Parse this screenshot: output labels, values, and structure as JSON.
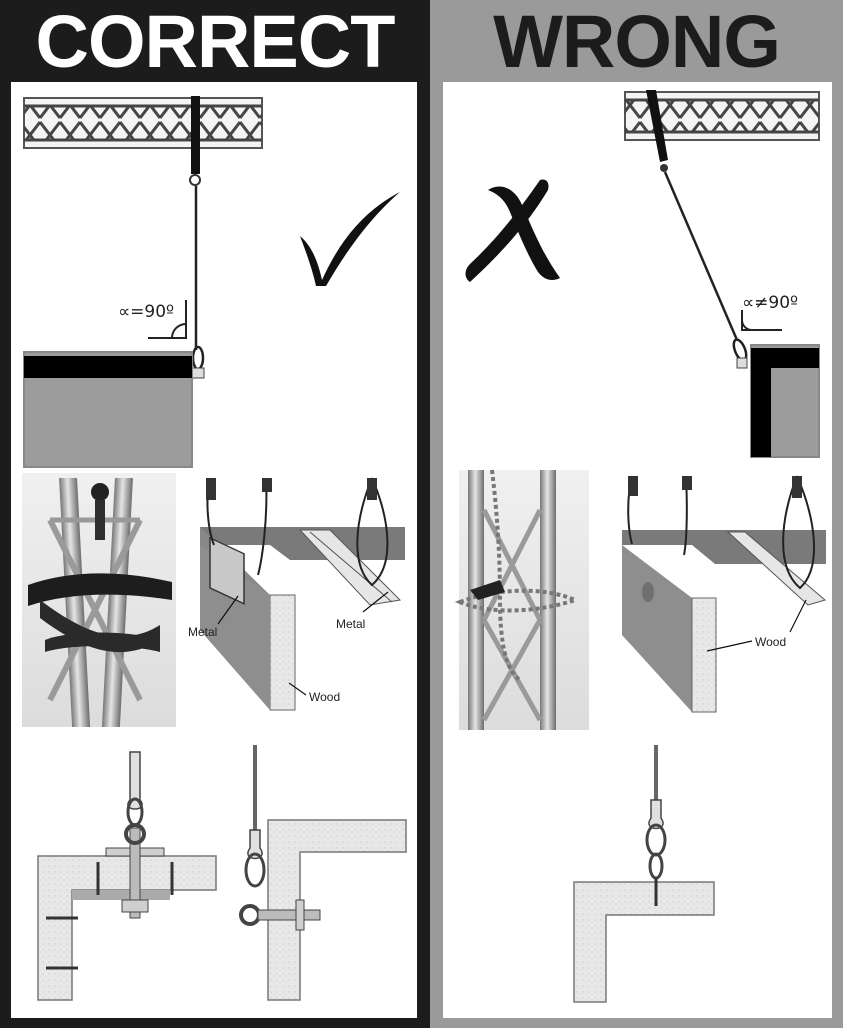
{
  "headers": {
    "correct": "CORRECT",
    "wrong": "WRONG"
  },
  "angles": {
    "correct": "∝=90º",
    "wrong": "∝≠90º"
  },
  "labels": {
    "metal_left": "Metal",
    "metal_right": "Metal",
    "wood_correct": "Wood",
    "wood_wrong": "Wood"
  },
  "icons": {
    "correct_mark": "checkmark-icon",
    "wrong_mark": "cross-icon"
  },
  "colors": {
    "correct_frame": "#1c1c1c",
    "wrong_frame": "#9a9a9a",
    "screen_fill": "#9c9c9c",
    "screen_border": "#000000"
  }
}
